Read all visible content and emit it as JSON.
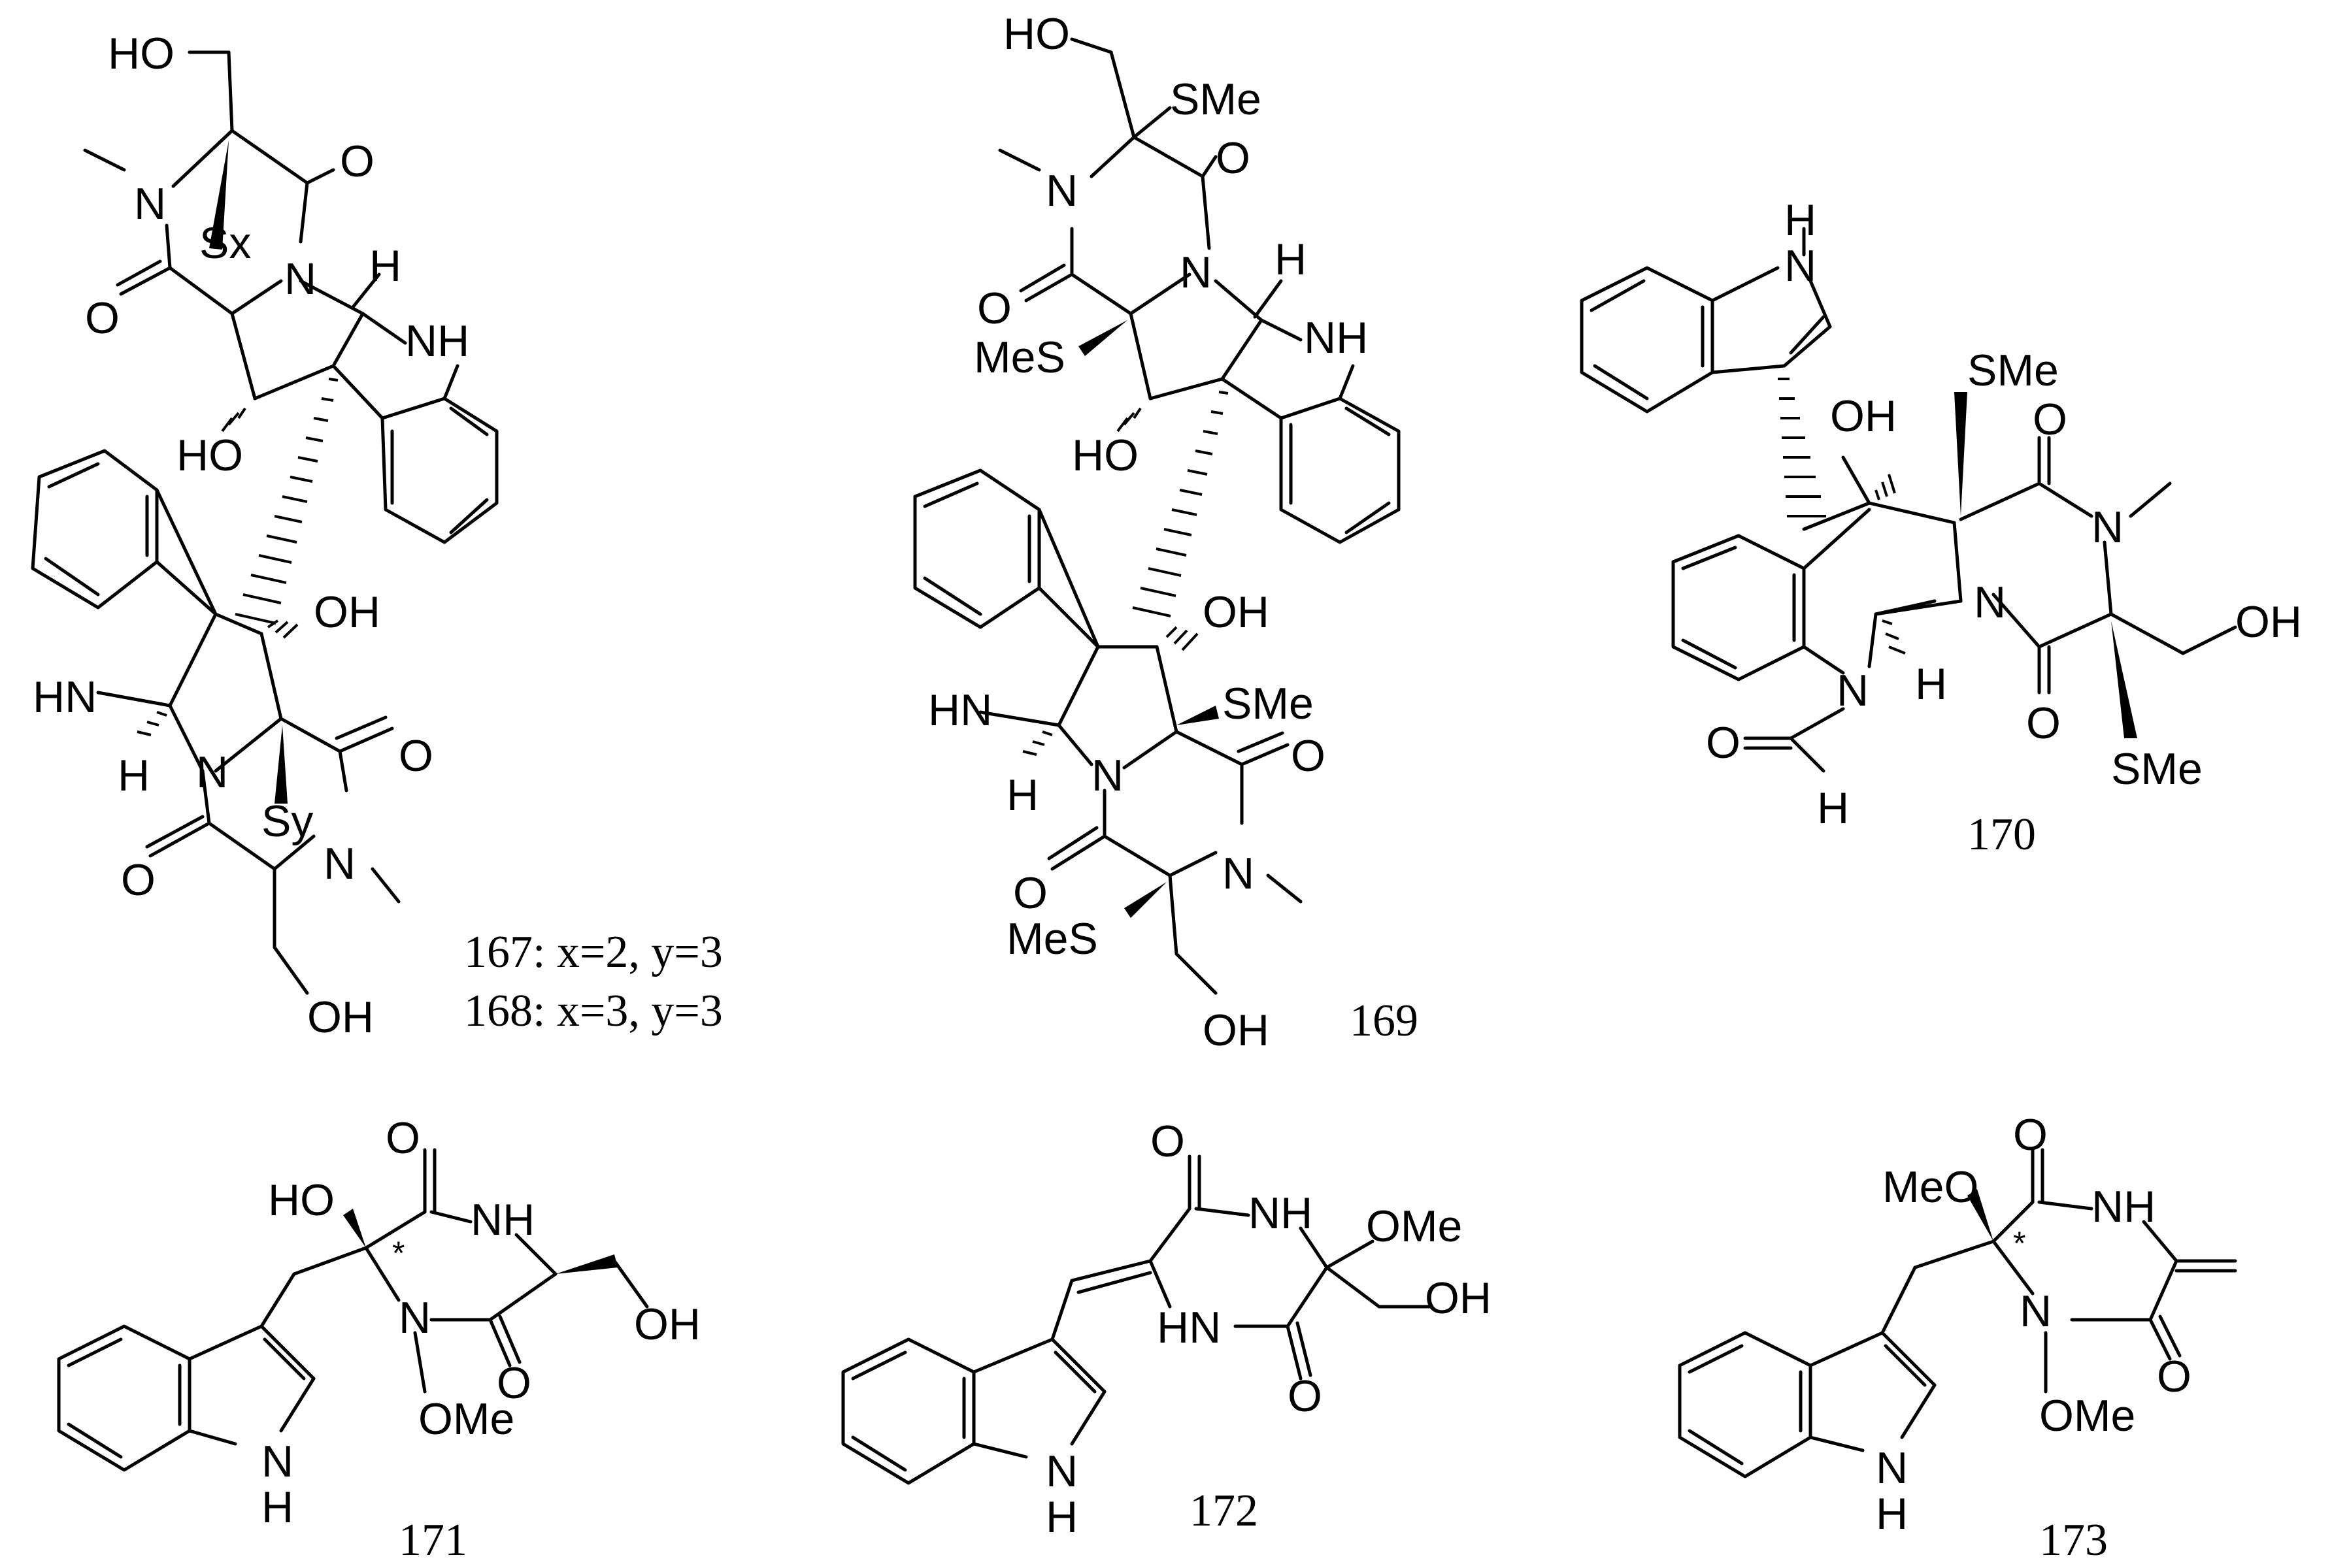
{
  "figure": {
    "compound_167_168": {
      "atoms": {
        "ho_top": "HO",
        "o_top": "O",
        "n1": "N",
        "sx": "Sx",
        "n2": "N",
        "h1": "H",
        "nh1": "NH",
        "o_left": "O",
        "ho_mid": "HO",
        "hn": "HN",
        "h2": "H",
        "oh_right": "OH",
        "n3": "N",
        "sy": "Sy",
        "o3": "O",
        "n4": "N",
        "o4": "O",
        "oh_bottom": "OH"
      },
      "label_167": "167: x=2, y=3",
      "label_168": "168: x=3, y=3"
    },
    "compound_169": {
      "atoms": {
        "ho_top": "HO",
        "sme_top": "SMe",
        "n1": "N",
        "o_top": "O",
        "o_left": "O",
        "n2": "N",
        "h1": "H",
        "nh1": "NH",
        "mes1": "MeS",
        "ho_mid": "HO",
        "oh_right": "OH",
        "hn": "HN",
        "sme2": "SMe",
        "h2": "H",
        "n3": "N",
        "o3": "O",
        "o4": "O",
        "n4": "N",
        "mes2": "MeS",
        "oh_bottom": "OH"
      },
      "label": "169"
    },
    "compound_170": {
      "atoms": {
        "h_top": "H",
        "n_top": "N",
        "oh": "OH",
        "sme1": "SMe",
        "o1": "O",
        "n1": "N",
        "n2": "N",
        "oh2": "OH",
        "n3": "N",
        "h1": "H",
        "o2": "O",
        "o_form": "O",
        "h_form": "H",
        "sme2": "SMe"
      },
      "label": "170"
    },
    "compound_171": {
      "atoms": {
        "o1": "O",
        "ho": "HO",
        "nh": "NH",
        "star": "*",
        "n1": "N",
        "o2": "O",
        "oh": "OH",
        "ome": "OMe",
        "nh_indole": "N",
        "h_indole": "H"
      },
      "label": "171"
    },
    "compound_172": {
      "atoms": {
        "o1": "O",
        "nh": "NH",
        "ome": "OMe",
        "hn": "HN",
        "oh": "OH",
        "o2": "O",
        "nh_indole": "N",
        "h_indole": "H"
      },
      "label": "172"
    },
    "compound_173": {
      "atoms": {
        "o1": "O",
        "meo": "MeO",
        "nh": "NH",
        "star": "*",
        "n1": "N",
        "o2": "O",
        "ome": "OMe",
        "nh_indole": "N",
        "h_indole": "H"
      },
      "label": "173"
    }
  }
}
